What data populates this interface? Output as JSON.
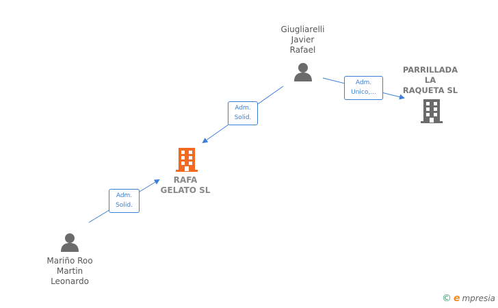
{
  "nodes": {
    "giugliarelli": {
      "lines": [
        "Giugliarelli",
        "Javier",
        "Rafael"
      ],
      "type": "person",
      "color": "#6b6b6b"
    },
    "parrillada": {
      "lines": [
        "PARRILLADA",
        "LA",
        "RAQUETA  SL"
      ],
      "type": "company",
      "color": "#6b6b6b"
    },
    "rafa_gelato": {
      "lines": [
        "RAFA",
        "GELATO  SL"
      ],
      "type": "company",
      "color": "#f26a21"
    },
    "marino": {
      "lines": [
        "Mariño Roo",
        "Martin",
        "Leonardo"
      ],
      "type": "person",
      "color": "#6b6b6b"
    }
  },
  "edges": {
    "giug_to_parrillada": {
      "lines": [
        "Adm.",
        "Unico,..."
      ]
    },
    "giug_to_rafa": {
      "lines": [
        "Adm.",
        "Solid."
      ]
    },
    "marino_to_rafa": {
      "lines": [
        "Adm.",
        "Solid."
      ]
    }
  },
  "colors": {
    "edge": "#3a7fd5",
    "text": "#555555"
  },
  "brand": {
    "copyright": "©",
    "initial": "e",
    "name": "mpresia"
  }
}
